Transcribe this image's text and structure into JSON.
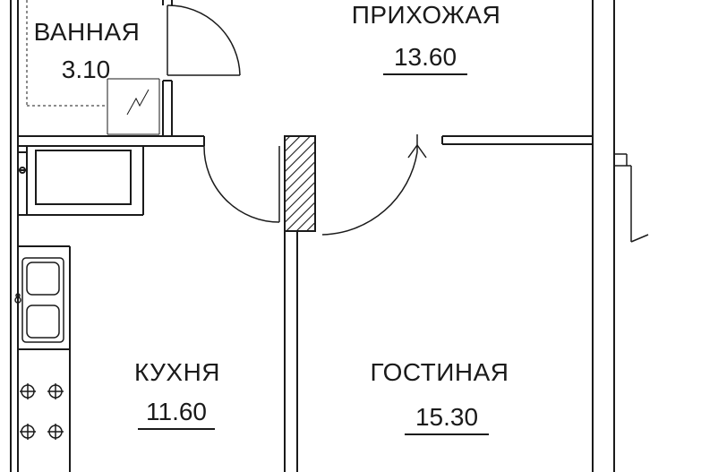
{
  "rooms": {
    "bathroom": {
      "name": "ВАННАЯ",
      "area": "3.10"
    },
    "hallway": {
      "name": "ПРИХОЖАЯ",
      "area": "13.60"
    },
    "kitchen": {
      "name": "КУХНЯ",
      "area": "11.60"
    },
    "living": {
      "name": "ГОСТИНАЯ",
      "area": "15.30"
    }
  },
  "colors": {
    "line": "#1a1a1a",
    "hatch": "#1a1a1a",
    "background": "#ffffff"
  }
}
